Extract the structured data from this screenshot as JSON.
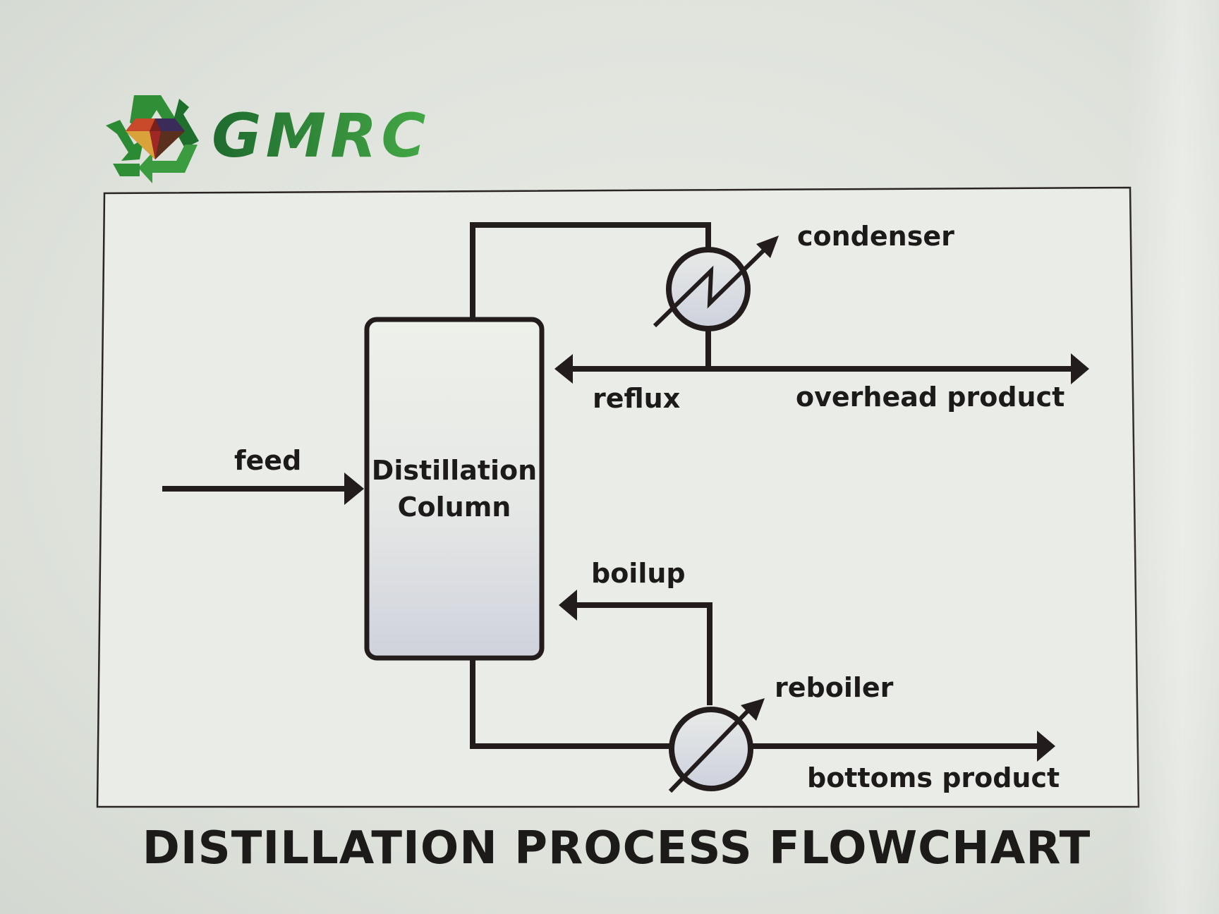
{
  "logo": {
    "text": "GMRC",
    "icon": "recycle-diamond-icon",
    "color_dark": "#1f6b2f",
    "color_light": "#3fa142"
  },
  "diagram": {
    "column_label_line1": "Distillation",
    "column_label_line2": "Column",
    "labels": {
      "condenser": "condenser",
      "reflux": "reflux",
      "overhead_product": "overhead product",
      "feed": "feed",
      "boilup": "boilup",
      "reboiler": "reboiler",
      "bottoms_product": "bottoms product"
    },
    "line_color": "#231c1c"
  },
  "title": "DISTILLATION PROCESS FLOWCHART"
}
